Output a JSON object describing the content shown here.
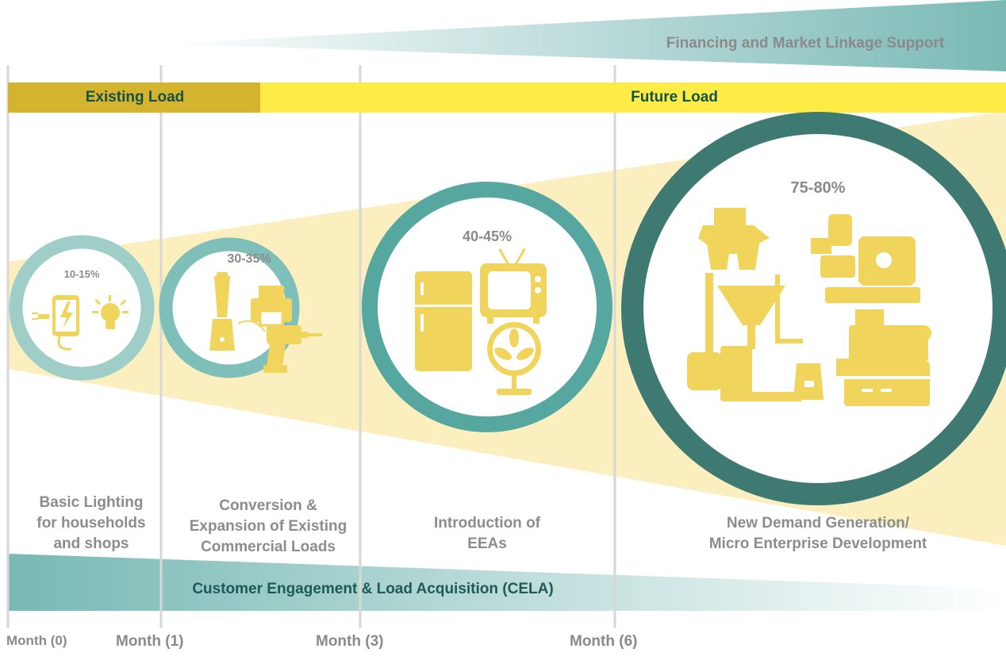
{
  "top_band": {
    "label": "Financing and Market Linkage Support"
  },
  "load_bar": {
    "existing": "Existing Load",
    "future": "Future Load"
  },
  "stages": [
    {
      "percent": "10-15%",
      "caption_lines": [
        "Basic Lighting",
        "for households",
        "and shops"
      ],
      "icons": [
        "phone-charging-icon",
        "light-bulb-icon"
      ]
    },
    {
      "percent": "30-35%",
      "caption_lines": [
        "Conversion &",
        "Expansion of Existing",
        "Commercial Loads"
      ],
      "icons": [
        "blender-icon",
        "printer-icon",
        "drill-icon"
      ]
    },
    {
      "percent": "40-45%",
      "caption_lines": [
        "Introduction of",
        "EEAs"
      ],
      "icons": [
        "refrigerator-icon",
        "television-icon",
        "fan-icon"
      ]
    },
    {
      "percent": "75-80%",
      "caption_lines": [
        "New Demand Generation/",
        "Micro Enterprise Development"
      ],
      "icons": [
        "mill-machine-icon",
        "water-pump-icon",
        "oil-expeller-icon"
      ]
    }
  ],
  "bottom_band": {
    "label": "Customer Engagement & Load Acquisition (CELA)"
  },
  "timeline": [
    "Month (0)",
    "Month (1)",
    "Month (3)",
    "Month (6)"
  ],
  "colors": {
    "existing_load": "#d4b32e",
    "future_load": "#fcec45",
    "funnel": "#fbefc0",
    "icon": "#f0d45c",
    "ring1": "#9fcdc8",
    "ring2": "#7ebfb9",
    "ring3": "#55a7a0",
    "ring4": "#3e7a72",
    "band_teal": "#77b9b4"
  }
}
